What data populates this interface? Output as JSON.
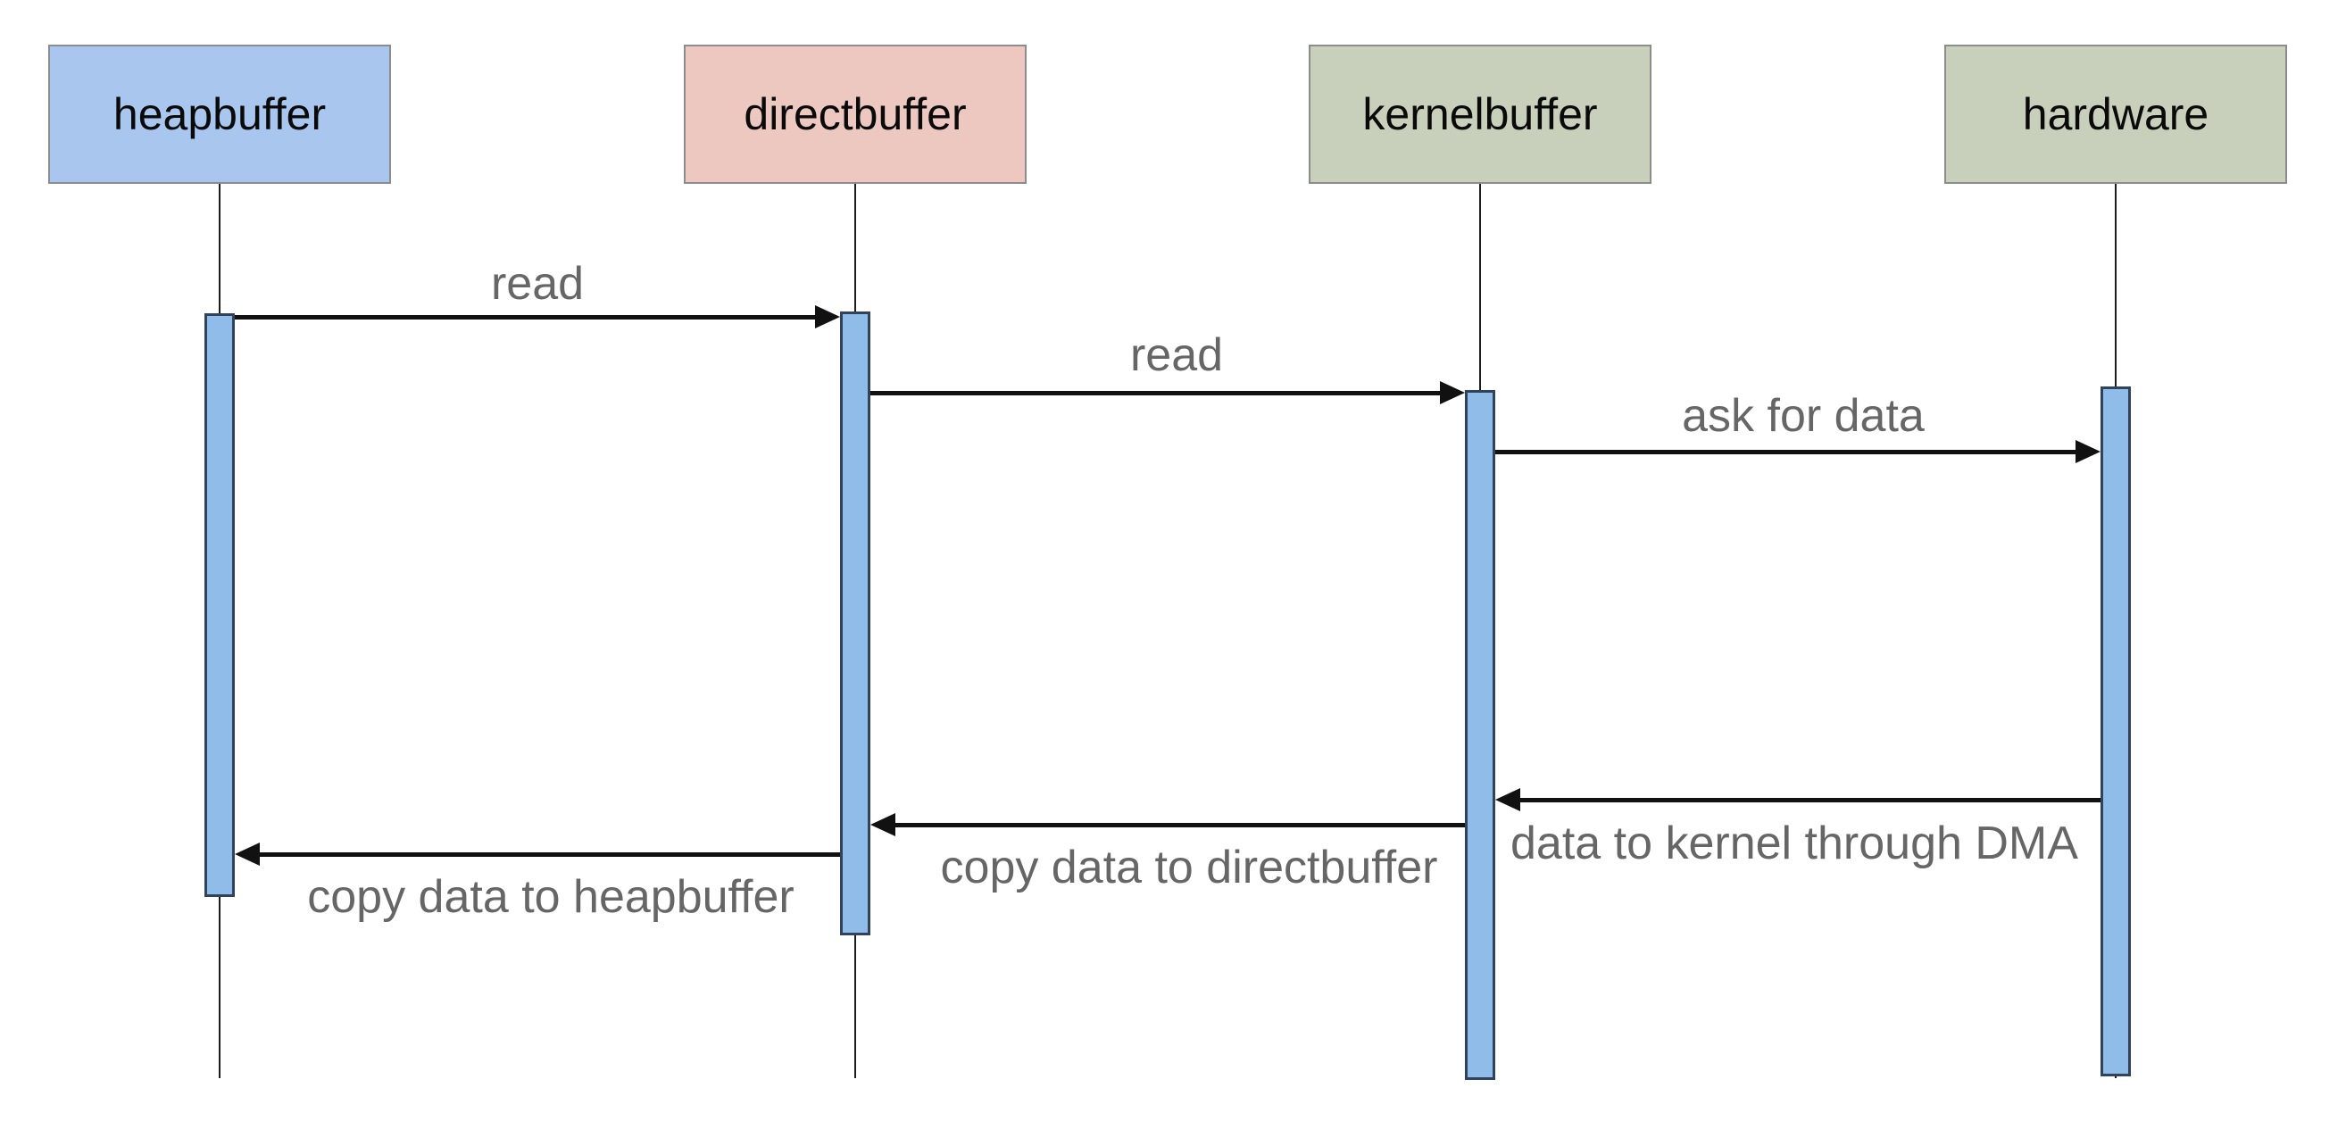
{
  "diagram": {
    "type": "sequence-diagram",
    "actors": [
      {
        "id": "heapbuffer",
        "label": "heapbuffer",
        "fill": "#a9c7ee"
      },
      {
        "id": "directbuffer",
        "label": "directbuffer",
        "fill": "#ecc8c0"
      },
      {
        "id": "kernelbuffer",
        "label": "kernelbuffer",
        "fill": "#c8cfba"
      },
      {
        "id": "hardware",
        "label": "hardware",
        "fill": "#c8cfba"
      }
    ],
    "messages": [
      {
        "from": "heapbuffer",
        "to": "directbuffer",
        "label": "read",
        "direction": "right"
      },
      {
        "from": "directbuffer",
        "to": "kernelbuffer",
        "label": "read",
        "direction": "right"
      },
      {
        "from": "kernelbuffer",
        "to": "hardware",
        "label": "ask for data",
        "direction": "right"
      },
      {
        "from": "hardware",
        "to": "kernelbuffer",
        "label": "data to kernel through DMA",
        "direction": "left"
      },
      {
        "from": "kernelbuffer",
        "to": "directbuffer",
        "label": "copy data to directbuffer",
        "direction": "left"
      },
      {
        "from": "directbuffer",
        "to": "heapbuffer",
        "label": "copy data to heapbuffer",
        "direction": "left"
      }
    ],
    "colors": {
      "heapbuffer_fill": "#a9c7ee",
      "directbuffer_fill": "#ecc8c0",
      "kernelbuffer_fill": "#c8cfba",
      "hardware_fill": "#c8cfba",
      "actor_border": "#8c8c8c",
      "activation_fill": "#8fbce9",
      "activation_border": "#31425c",
      "lifeline": "#1c1c1c",
      "arrow": "#111111",
      "message_text": "#666666",
      "background": "#ffffff"
    }
  }
}
